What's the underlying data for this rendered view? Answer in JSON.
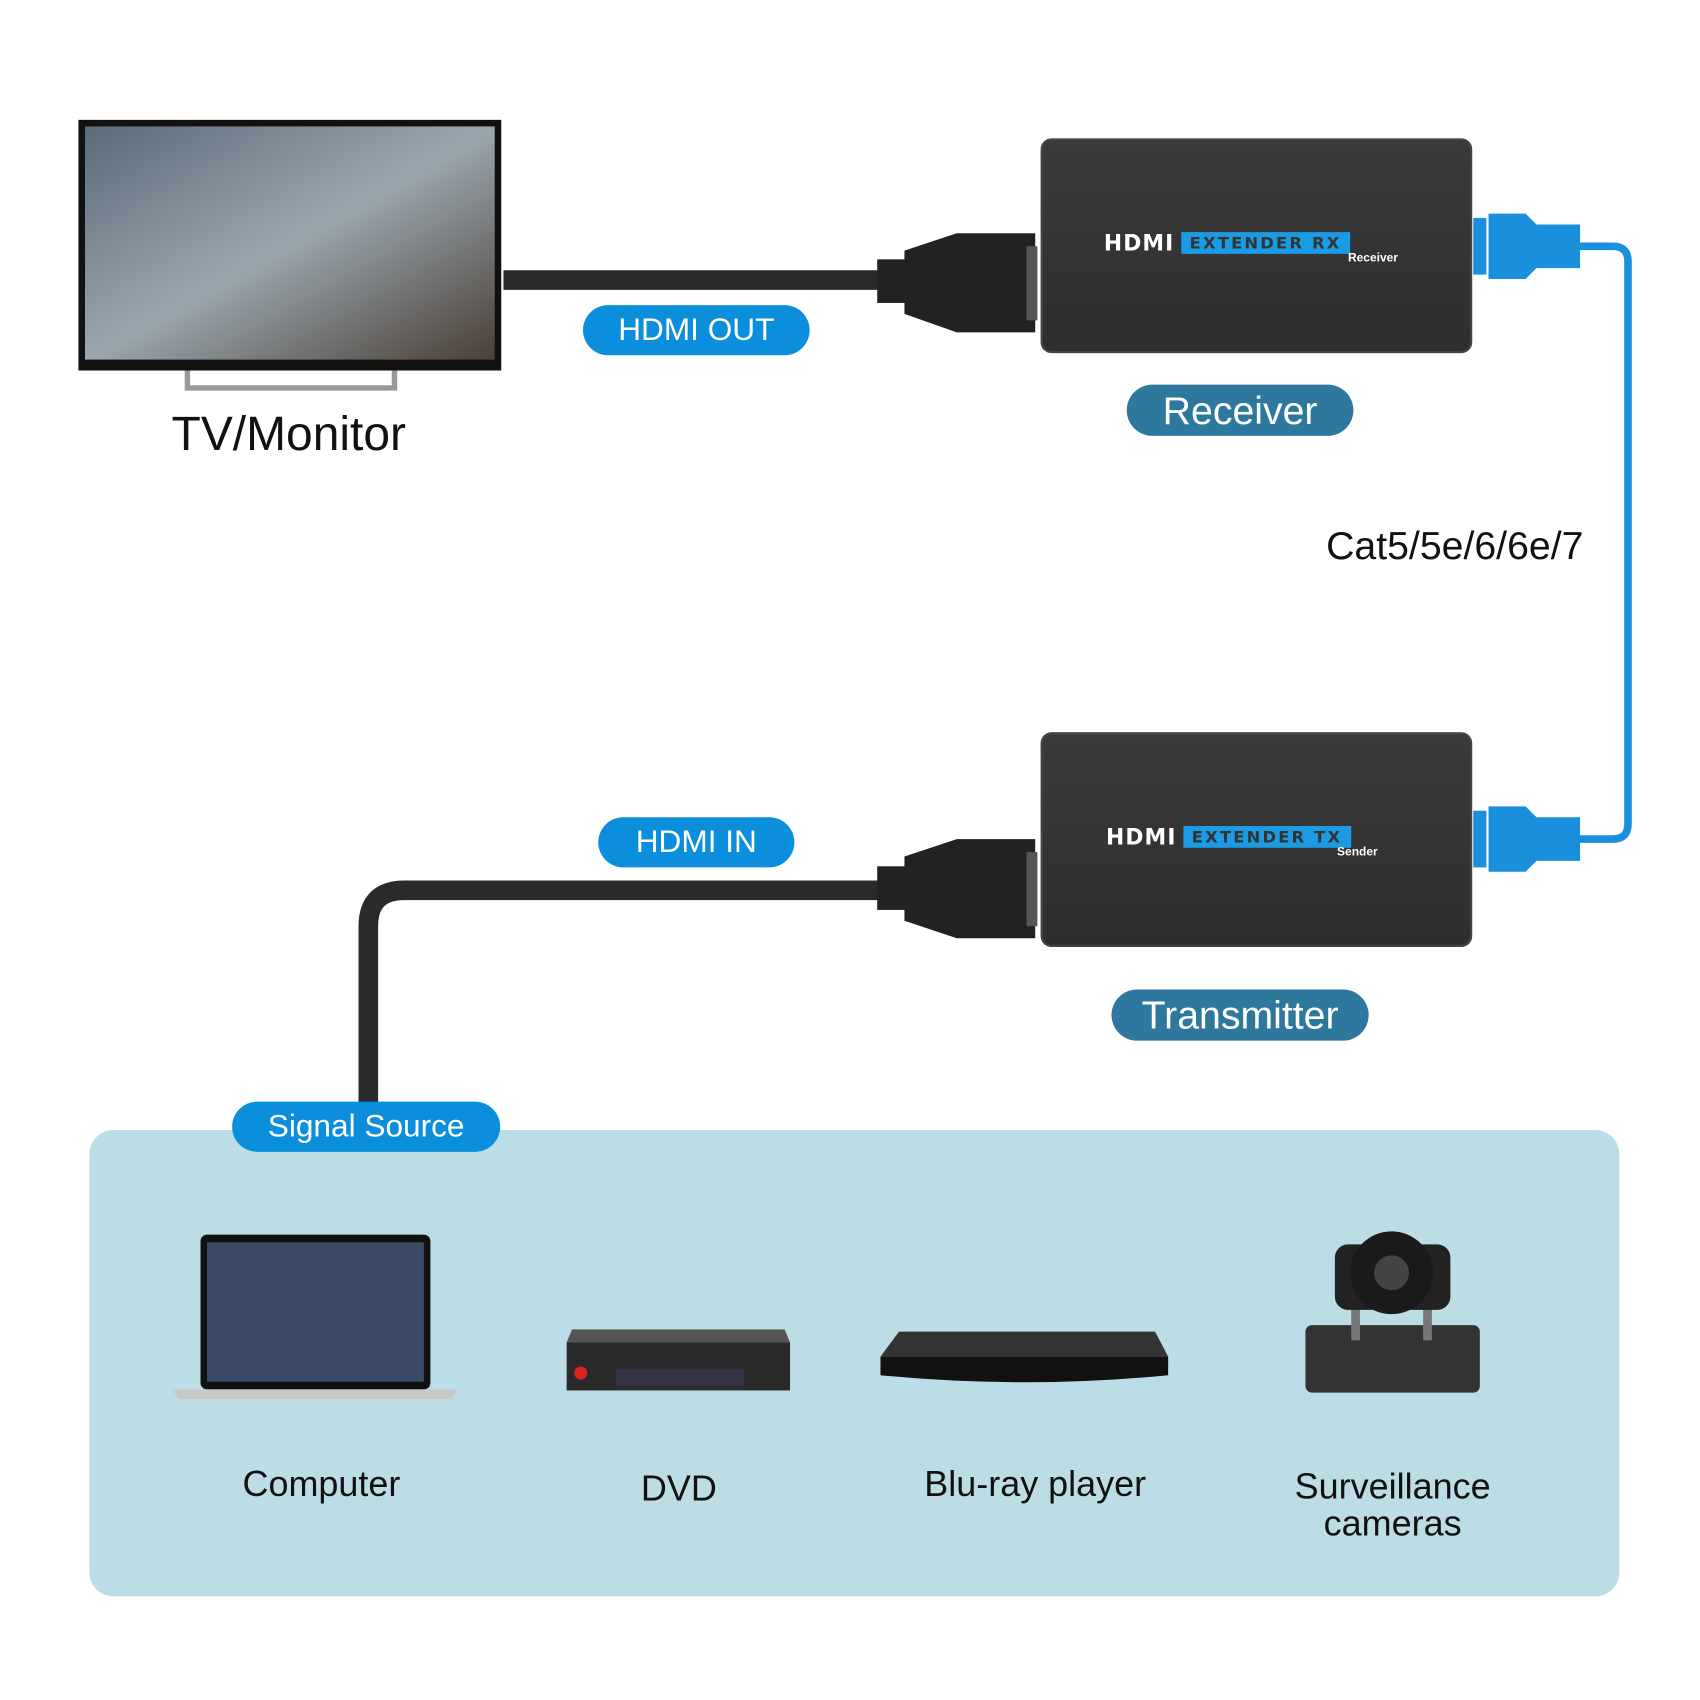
{
  "colors": {
    "accent_blue": "#0b8fdc",
    "label_teal": "#2e779d",
    "panel": "#bddde6",
    "hdmi_cable": "#2a2a2a",
    "lan_cable": "#1a8fdc"
  },
  "tv": {
    "label": "TV/Monitor"
  },
  "cables": {
    "hdmi_out": "HDMI OUT",
    "hdmi_in": "HDMI IN",
    "network": "Cat5/5e/6/6e/7"
  },
  "receiver": {
    "logo": "HDMI",
    "extender": "EXTENDER RX",
    "sub": "Receiver",
    "label": "Receiver"
  },
  "transmitter": {
    "logo": "HDMI",
    "extender": "EXTENDER TX",
    "sub": "Sender",
    "label": "Transmitter"
  },
  "signal_source": {
    "label": "Signal Source",
    "items": [
      {
        "label": "Computer",
        "icon": "laptop-icon"
      },
      {
        "label": "DVD",
        "icon": "dvd-player-icon"
      },
      {
        "label": "Blu-ray player",
        "icon": "bluray-player-icon"
      },
      {
        "label": "Surveillance cameras",
        "icon": "ptz-camera-icon"
      }
    ]
  }
}
